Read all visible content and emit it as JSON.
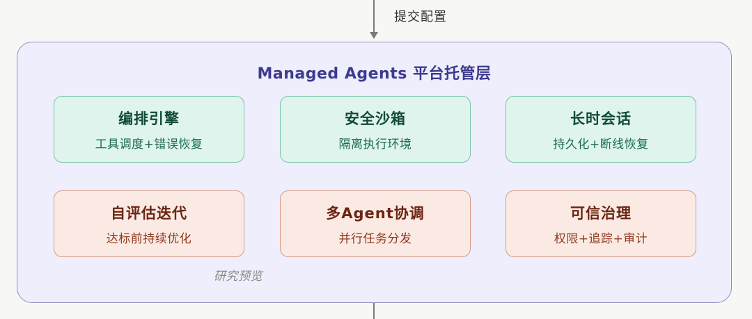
{
  "arrow_label": "提交配置",
  "platform": {
    "title": "Managed Agents 平台托管层",
    "modules": [
      {
        "name": "编排引擎",
        "desc": "工具调度+错误恢复"
      },
      {
        "name": "安全沙箱",
        "desc": "隔离执行环境"
      },
      {
        "name": "长时会话",
        "desc": "持久化+断线恢复"
      },
      {
        "name": "自评估迭代",
        "desc": "达标前持续优化"
      },
      {
        "name": "多Agent协调",
        "desc": "并行任务分发"
      },
      {
        "name": "可信治理",
        "desc": "权限+追踪+审计"
      }
    ],
    "preview_note": "研究预览"
  },
  "colors": {
    "platform_bg": "#eeeefc",
    "platform_border": "#8f8fbf",
    "title": "#3d3a8e",
    "green_bg": "#def4ec",
    "green_border": "#79c4a3",
    "orange_bg": "#fbeae4",
    "orange_border": "#d99a84"
  }
}
